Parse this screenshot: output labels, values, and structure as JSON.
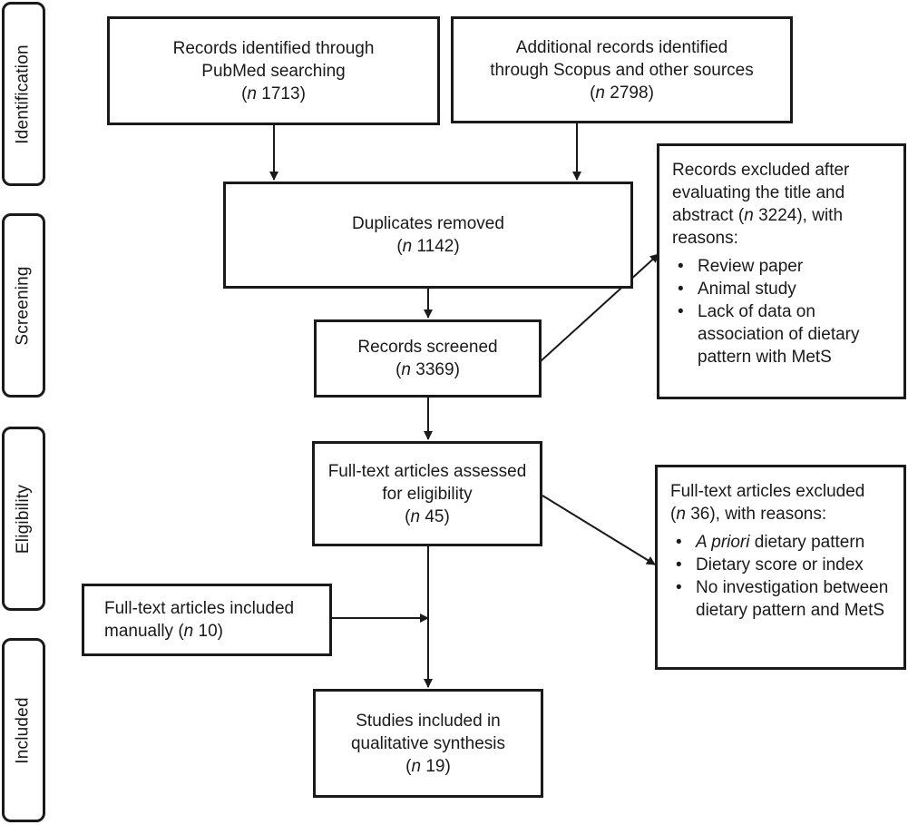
{
  "stages": {
    "identification": "Identification",
    "screening": "Screening",
    "eligibility": "Eligibility",
    "included": "Included"
  },
  "pubmed": {
    "line1": "Records identified through",
    "line2": "PubMed searching",
    "n_symbol": "n",
    "n_value": "1713"
  },
  "scopus": {
    "line1": "Additional records identified",
    "line2": "through Scopus and other sources",
    "n_symbol": "n",
    "n_value": "2798"
  },
  "duplicates": {
    "line1": "Duplicates removed",
    "n_symbol": "n",
    "n_value": "1142"
  },
  "screened": {
    "line1": "Records screened",
    "n_symbol": "n",
    "n_value": "3369"
  },
  "excluded_title": {
    "line1": "Records excluded after",
    "line2": "evaluating the title and",
    "line3_pre": "abstract (",
    "n_symbol": "n",
    "n_value": "3224",
    "line3_post": "), with",
    "line4": "reasons:",
    "reasons": [
      "Review paper",
      "Animal study",
      "Lack of data on",
      "association of dietary",
      "pattern with MetS"
    ]
  },
  "fulltext": {
    "line1": "Full-text articles assessed",
    "line2": "for eligibility",
    "n_symbol": "n",
    "n_value": "45"
  },
  "excluded_fulltext": {
    "line1": "Full-text articles excluded",
    "n_symbol": "n",
    "n_value": "36",
    "line2_post": "), with reasons:",
    "reason1_italic": "A priori",
    "reason1_rest": " dietary pattern",
    "reason2": "Dietary score or index",
    "reason3a": "No investigation between",
    "reason3b": "dietary pattern and MetS"
  },
  "manual": {
    "line1": "Full-text articles included",
    "line2_pre": "manually (",
    "n_symbol": "n",
    "n_value": "10",
    "line2_post": ")"
  },
  "included": {
    "line1": "Studies included in",
    "line2": "qualitative synthesis",
    "n_symbol": "n",
    "n_value": "19"
  }
}
